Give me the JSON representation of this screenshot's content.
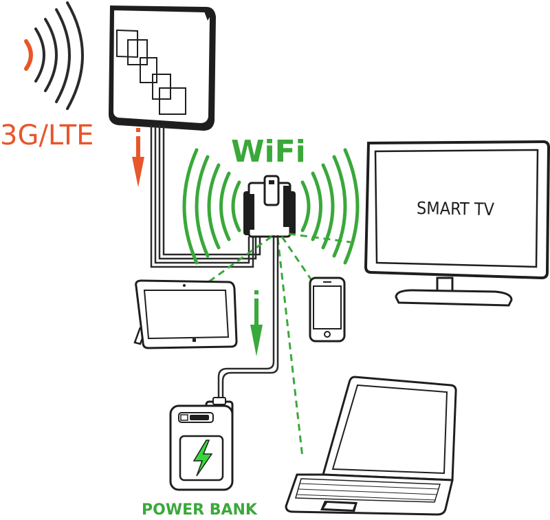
{
  "labels": {
    "lte": "3G/LTE",
    "wifi": "WiFi",
    "smart_tv": "SMART TV",
    "power_bank": "POWER BANK"
  },
  "colors": {
    "signal_orange": "#e8562a",
    "wifi_green": "#3aa83a",
    "outline": "#2a2a2a",
    "charge_bolt": "#39d63a"
  }
}
